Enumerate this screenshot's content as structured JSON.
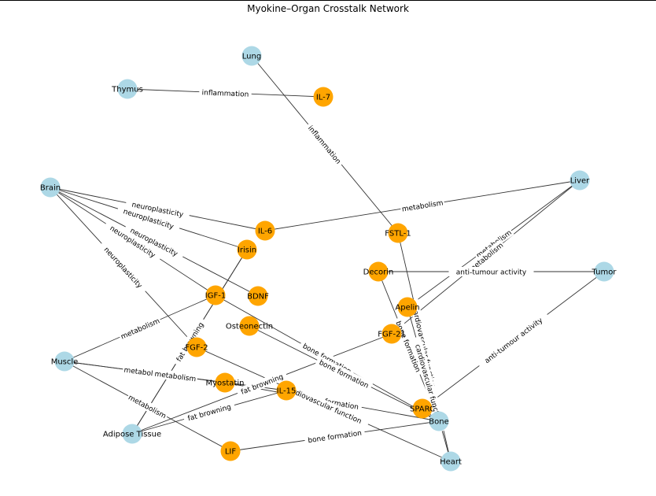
{
  "title": "Myokine–Organ Crosstalk Network",
  "colors": {
    "organ": "#add8e6",
    "myokine": "#ffa500",
    "edge": "#333333",
    "text": "#000000"
  },
  "nodes": [
    {
      "id": "Lung",
      "kind": "organ"
    },
    {
      "id": "Thymus",
      "kind": "organ"
    },
    {
      "id": "IL-7",
      "kind": "myokine"
    },
    {
      "id": "Brain",
      "kind": "organ"
    },
    {
      "id": "Liver",
      "kind": "organ"
    },
    {
      "id": "IL-6",
      "kind": "myokine"
    },
    {
      "id": "FSTL-1",
      "kind": "myokine"
    },
    {
      "id": "Irisin",
      "kind": "myokine"
    },
    {
      "id": "Decorin",
      "kind": "myokine"
    },
    {
      "id": "Tumor",
      "kind": "organ"
    },
    {
      "id": "IGF-1",
      "kind": "myokine"
    },
    {
      "id": "BDNF",
      "kind": "myokine"
    },
    {
      "id": "Apelin",
      "kind": "myokine"
    },
    {
      "id": "Osteonectin",
      "kind": "myokine"
    },
    {
      "id": "FGF-21",
      "kind": "myokine"
    },
    {
      "id": "FGF-2",
      "kind": "myokine"
    },
    {
      "id": "Muscle",
      "kind": "organ"
    },
    {
      "id": "Myostatin",
      "kind": "myokine"
    },
    {
      "id": "IL-15",
      "kind": "myokine"
    },
    {
      "id": "SPARC",
      "kind": "myokine"
    },
    {
      "id": "Bone",
      "kind": "organ"
    },
    {
      "id": "Adipose Tissue",
      "kind": "organ"
    },
    {
      "id": "LIF",
      "kind": "myokine"
    },
    {
      "id": "Heart",
      "kind": "organ"
    }
  ],
  "edges": [
    {
      "source": "Thymus",
      "target": "IL-7",
      "label": "inflammation"
    },
    {
      "source": "Lung",
      "target": "FSTL-1",
      "label": "inflammation"
    },
    {
      "source": "Brain",
      "target": "IL-6",
      "label": "neuroplasticity"
    },
    {
      "source": "Brain",
      "target": "Irisin",
      "label": "neuroplasticity"
    },
    {
      "source": "Brain",
      "target": "BDNF",
      "label": "neuroplasticity"
    },
    {
      "source": "Brain",
      "target": "IGF-1",
      "label": "neuroplasticity"
    },
    {
      "source": "Brain",
      "target": "FGF-2",
      "label": "neuroplasticity"
    },
    {
      "source": "Liver",
      "target": "IL-6",
      "label": "metabolism"
    },
    {
      "source": "Liver",
      "target": "Apelin",
      "label": "metabolism"
    },
    {
      "source": "Liver",
      "target": "FGF-21",
      "label": "metabolism"
    },
    {
      "source": "Decorin",
      "target": "Tumor",
      "label": "anti-tumour activity"
    },
    {
      "source": "Tumor",
      "target": "SPARC",
      "label": "anti-tumour activity"
    },
    {
      "source": "Muscle",
      "target": "IGF-1",
      "label": "metabolism"
    },
    {
      "source": "Muscle",
      "target": "Myostatin",
      "label": "metabolism"
    },
    {
      "source": "Muscle",
      "target": "IL-15",
      "label": "metabolism"
    },
    {
      "source": "Muscle",
      "target": "LIF",
      "label": "metabolism"
    },
    {
      "source": "Adipose Tissue",
      "target": "Irisin",
      "label": "fat browning"
    },
    {
      "source": "Adipose Tissue",
      "target": "FGF-21",
      "label": "fat browning"
    },
    {
      "source": "Adipose Tissue",
      "target": "IL-15",
      "label": "fat browning"
    },
    {
      "source": "Adipose Tissue",
      "target": "Irisin",
      "label": "fat browning"
    },
    {
      "source": "IGF-1",
      "target": "Bone",
      "label": "bone formation"
    },
    {
      "source": "Osteonectin",
      "target": "Bone",
      "label": "bone formation"
    },
    {
      "source": "Decorin",
      "target": "Bone",
      "label": "bone formation"
    },
    {
      "source": "LIF",
      "target": "Bone",
      "label": "bone formation"
    },
    {
      "source": "Myostatin",
      "target": "Bone",
      "label": "bone formation"
    },
    {
      "source": "FSTL-1",
      "target": "Heart",
      "label": "cardiovascular function"
    },
    {
      "source": "Apelin",
      "target": "Heart",
      "label": "cardiovascular function"
    },
    {
      "source": "FGF-2",
      "target": "Heart",
      "label": "cardiovascular function"
    },
    {
      "source": "SPARC",
      "target": "Bone",
      "label": ""
    }
  ]
}
